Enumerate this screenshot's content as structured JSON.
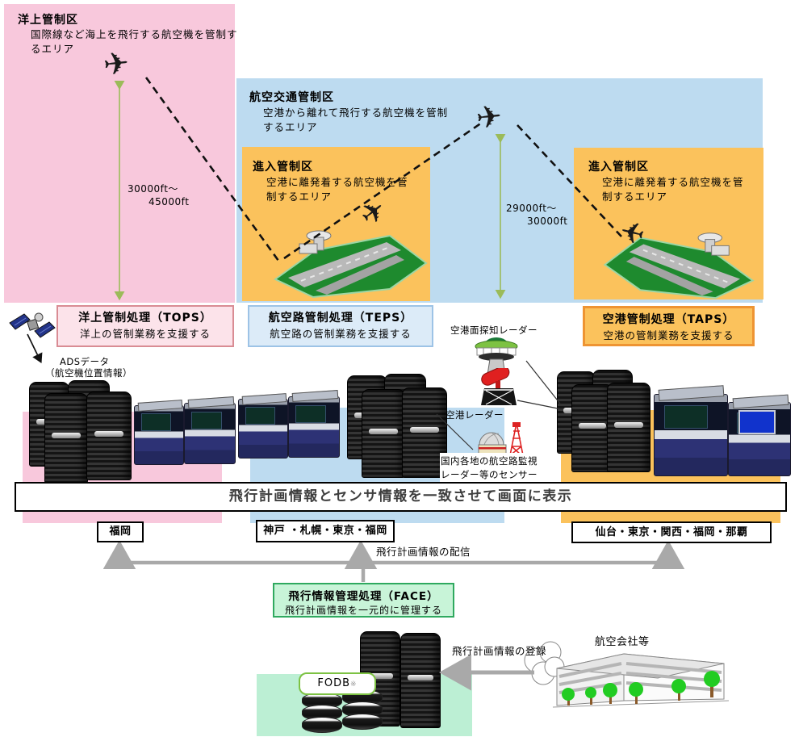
{
  "regions": {
    "oceanic": {
      "title": "洋上管制区",
      "desc": "国際線など海上を飛行する航空機を管制するエリア"
    },
    "air_traffic": {
      "title": "航空交通管制区",
      "desc": "空港から離れて飛行する航空機を管制するエリア"
    },
    "approach_left": {
      "title": "進入管制区",
      "desc": "空港に離発着する航空機を管制するエリア"
    },
    "approach_right": {
      "title": "進入管制区",
      "desc": "空港に離発着する航空機を管制するエリア"
    }
  },
  "altitudes": {
    "oceanic": {
      "line1": "30000ft～",
      "line2": "45000ft"
    },
    "enroute": {
      "line1": "29000ft～",
      "line2": "30000ft"
    }
  },
  "systems": {
    "tops": {
      "title": "洋上管制処理（TOPS）",
      "subtitle": "洋上の管制業務を支援する",
      "location": "福岡"
    },
    "teps": {
      "title": "航空路管制処理（TEPS）",
      "subtitle": "航空路の管制業務を支援する",
      "location": "神戸 ・札幌・東京・福岡"
    },
    "taps": {
      "title": "空港管制処理（TAPS）",
      "subtitle": "空港の管制業務を支援する",
      "location": "仙台・東京・関西・福岡・那覇"
    },
    "face": {
      "title": "飛行情報管理処理（FACE）",
      "subtitle": "飛行計画情報を一元的に管理する"
    }
  },
  "sensors": {
    "surface_radar": "空港面探知レーダー",
    "airport_radar": "空港レーダー",
    "enroute_line1": "国内各地の航空路監視",
    "enroute_line2": "レーダー等のセンサー"
  },
  "ads": {
    "line1": "ADSデータ",
    "line2": "（航空機位置情報）"
  },
  "banner": "飛行計画情報とセンサ情報を一致させて画面に表示",
  "flows": {
    "distribution": "飛行計画情報の配信",
    "registration": "飛行計画情報の登録"
  },
  "bottom": {
    "airlines": "航空会社等",
    "fodb": "FODB",
    "fodb_mark": "※"
  },
  "icons": {
    "airplane": "✈"
  },
  "colors": {
    "oceanic_region": "#F8C8DC",
    "enroute_region": "#BDDBF0",
    "approach_region": "#FBC25C",
    "tops_fill": "#FCE3EA",
    "tops_border": "#D98C94",
    "teps_fill": "#DCEBF8",
    "teps_border": "#9DC3E6",
    "taps_fill": "#FBC25C",
    "taps_border": "#EE9433",
    "face_fill": "#C8F4D8",
    "face_border": "#2FA95F",
    "bottom_green": "#BCEFD4",
    "measure_arrow": "#9BBB59",
    "flow_arrow": "#A9A9A9"
  }
}
